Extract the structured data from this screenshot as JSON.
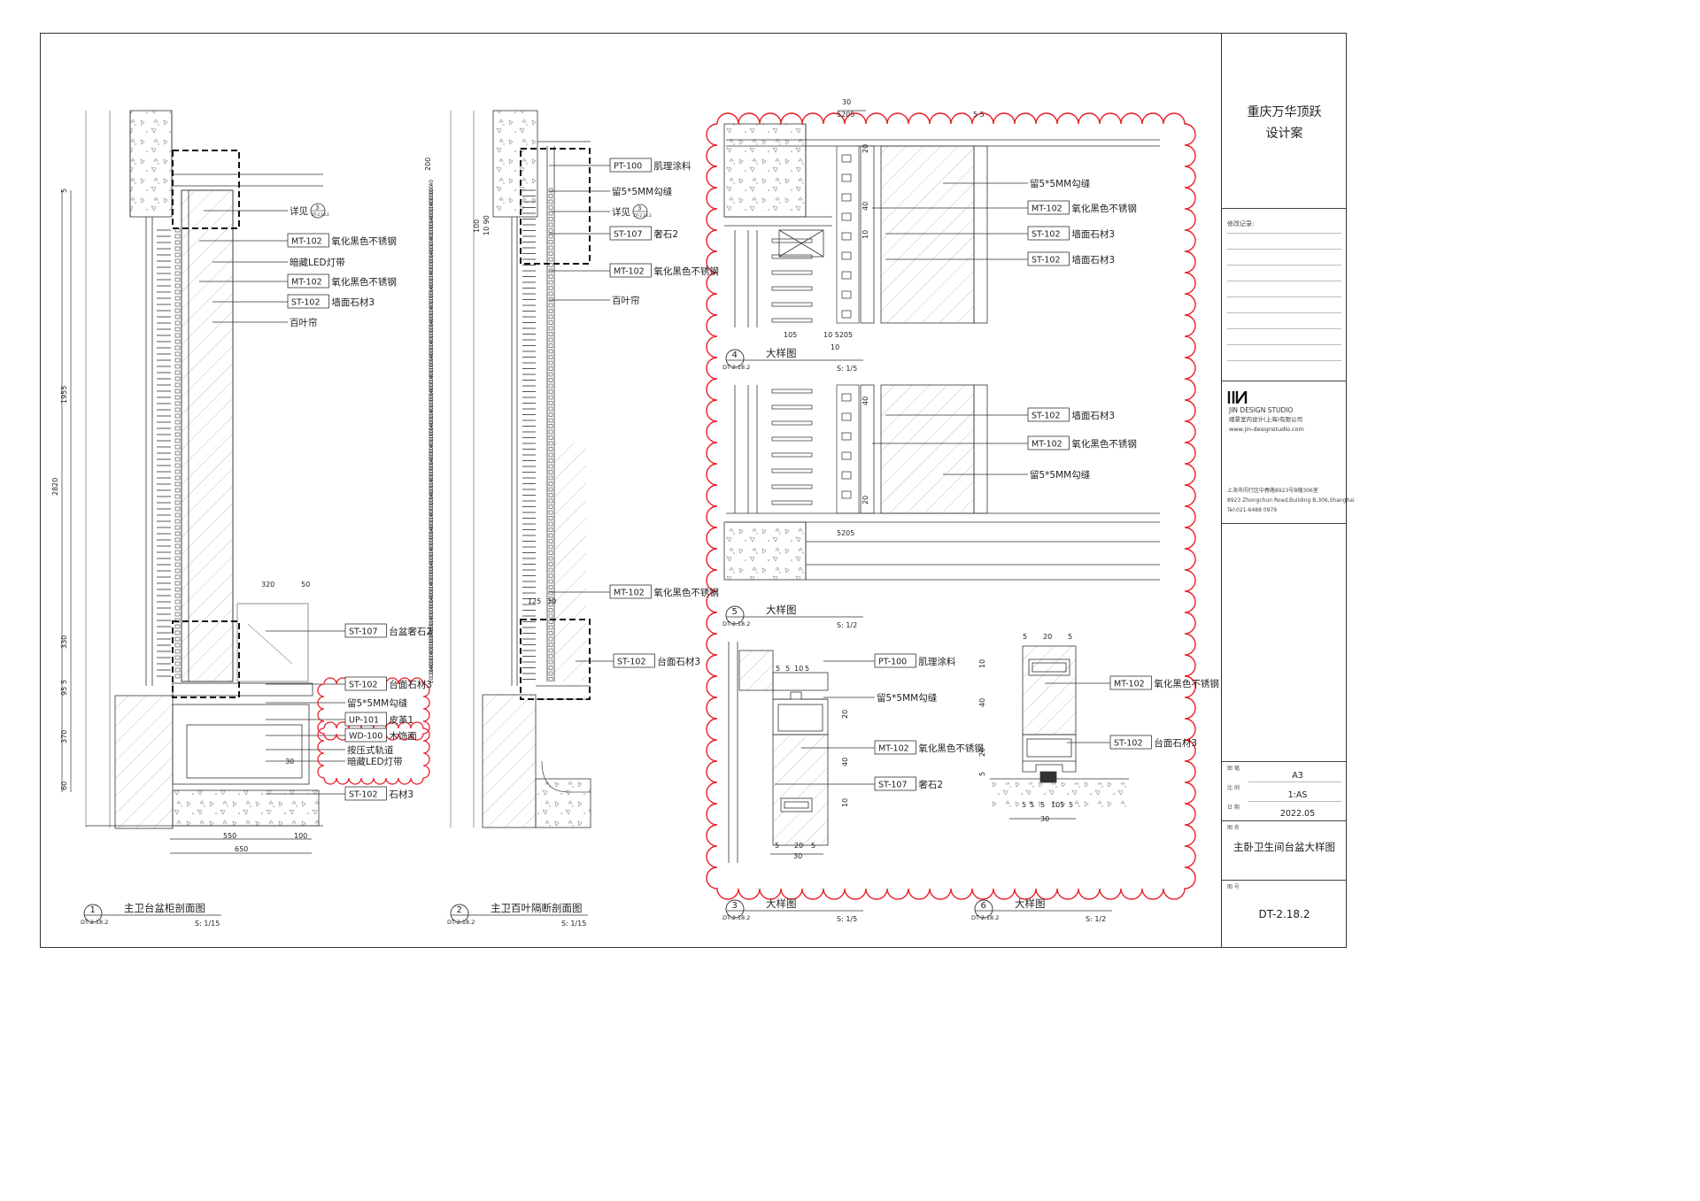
{
  "project": {
    "line1": "重庆万华顶跃",
    "line2": "设计案"
  },
  "revision_label": "修改记录:",
  "studio": {
    "mark": "JIN",
    "name": "JIN DESIGN STUDIO",
    "cn_name": "缙景室内设计(上海)有限公司",
    "web": "www.jin-designstudio.com",
    "addr_cn": "上海市闵行区中春路8923号B幢306室",
    "addr_en": "8923 Zhongchun Road,Building B,306,Shanghai",
    "tel": "Tel:021-6488 0979"
  },
  "sheet_info": {
    "size_label": "图 幅",
    "size_value": "A3",
    "scale_label": "比 例",
    "scale_value": "1:AS",
    "date_label": "日 期",
    "date_value": "2022.05",
    "title_label": "图 名",
    "title_value": "主卧卫生间台盆大样图",
    "number_label": "图 号",
    "number_value": "DT-2.18.2"
  },
  "details": [
    {
      "num": "1",
      "ref": "DT-2.18.2",
      "title": "主卫台盆柜剖面图",
      "scale": "S: 1/15"
    },
    {
      "num": "2",
      "ref": "DT-2.18.2",
      "title": "主卫百叶隔断剖面图",
      "scale": "S: 1/15"
    },
    {
      "num": "3",
      "ref": "DT-2.18.2",
      "title": "大样图",
      "scale": "S: 1/5"
    },
    {
      "num": "4",
      "ref": "DT-2.18.2",
      "title": "大样图",
      "scale": "S: 1/5"
    },
    {
      "num": "5",
      "ref": "DT-2.18.2",
      "title": "大样图",
      "scale": "S: 1/2"
    },
    {
      "num": "6",
      "ref": "DT-2.18.2",
      "title": "大样图",
      "scale": "S: 1/2"
    }
  ],
  "callouts": {
    "d1": [
      {
        "tag": "",
        "text": "详见",
        "ref_num": "3",
        "ref_sheet": "DT-2.18.2"
      },
      {
        "tag": "MT-102",
        "text": "氧化黑色不锈钢"
      },
      {
        "tag": "",
        "text": "暗藏LED灯带"
      },
      {
        "tag": "MT-102",
        "text": "氧化黑色不锈钢"
      },
      {
        "tag": "ST-102",
        "text": "墙面石材3"
      },
      {
        "tag": "",
        "text": "百叶帘"
      },
      {
        "tag": "ST-107",
        "text": "台盆奢石2"
      },
      {
        "tag": "ST-102",
        "text": "台面石材3"
      },
      {
        "tag": "",
        "text": "留5*5MM勾缝"
      },
      {
        "tag": "UP-101",
        "text": "皮革1"
      },
      {
        "tag": "WD-100",
        "text": "木饰面"
      },
      {
        "tag": "",
        "text": "按压式轨道"
      },
      {
        "tag": "",
        "text": "暗藏LED灯带"
      },
      {
        "tag": "ST-102",
        "text": "石材3"
      }
    ],
    "d2": [
      {
        "tag": "PT-100",
        "text": "肌理涂料"
      },
      {
        "tag": "",
        "text": "留5*5MM勾缝"
      },
      {
        "tag": "",
        "text": "详见",
        "ref_num": "3",
        "ref_sheet": "DT-2.18.2"
      },
      {
        "tag": "ST-107",
        "text": "奢石2"
      },
      {
        "tag": "MT-102",
        "text": "氧化黑色不锈钢"
      },
      {
        "tag": "",
        "text": "百叶帘"
      },
      {
        "tag": "MT-102",
        "text": "氧化黑色不锈钢"
      },
      {
        "tag": "ST-102",
        "text": "台面石材3"
      }
    ],
    "d3": [
      {
        "tag": "",
        "text": "留5*5MM勾缝"
      },
      {
        "tag": "MT-102",
        "text": "氧化黑色不锈钢"
      },
      {
        "tag": "ST-102",
        "text": "墙面石材3"
      },
      {
        "tag": "ST-102",
        "text": "墙面石材3"
      }
    ],
    "d4": [
      {
        "tag": "ST-102",
        "text": "墙面石材3"
      },
      {
        "tag": "MT-102",
        "text": "氧化黑色不锈钢"
      },
      {
        "tag": "",
        "text": "留5*5MM勾缝"
      }
    ],
    "d5": [
      {
        "tag": "PT-100",
        "text": "肌理涂料"
      },
      {
        "tag": "",
        "text": "留5*5MM勾缝"
      },
      {
        "tag": "MT-102",
        "text": "氧化黑色不锈钢"
      },
      {
        "tag": "ST-107",
        "text": "奢石2"
      }
    ],
    "d6": [
      {
        "tag": "MT-102",
        "text": "氧化黑色不锈钢"
      },
      {
        "tag": "ST-102",
        "text": "台面石材3"
      }
    ]
  },
  "dimensions": {
    "d1_vertical": [
      "5",
      "1955",
      "2820",
      "330",
      "95",
      "5",
      "370",
      "60"
    ],
    "d1_horizontal": [
      "320",
      "50",
      "30",
      "550",
      "100",
      "650"
    ],
    "d2_vertical": [
      "200",
      "100",
      "10 90"
    ],
    "d2_horizontal": [
      "125",
      "30"
    ],
    "d3": [
      "30",
      "5205",
      "5 5",
      "20",
      "40",
      "10",
      "105",
      "10 5205",
      "10"
    ],
    "d4": [
      "40",
      "20",
      "5205"
    ],
    "d5": [
      "5",
      "5",
      "10",
      "5",
      "20",
      "40",
      "10",
      "5",
      "20",
      "5",
      "30"
    ],
    "d6": [
      "5",
      "20",
      "5",
      "10",
      "40",
      "20",
      "5",
      "5",
      "5",
      "5",
      "10",
      "5",
      "5",
      "30"
    ]
  },
  "colors": {
    "line": "#333333",
    "cloud": "#e8202a",
    "hatch": "#9a9a9a"
  }
}
